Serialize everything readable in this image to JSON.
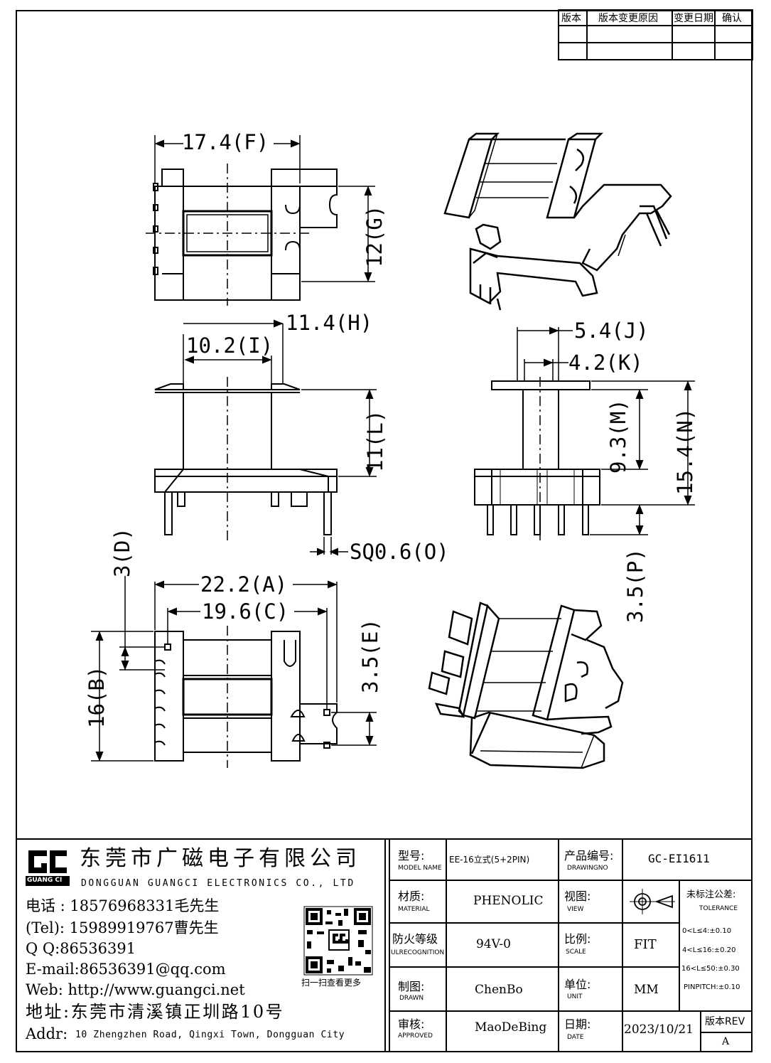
{
  "revision_table": {
    "headers": [
      "版本",
      "版本变更原因",
      "变更日期",
      "确认"
    ]
  },
  "dimensions": {
    "F": "17.4(F)",
    "G": "12(G)",
    "H": "11.4(H)",
    "I": "10.2(I)",
    "L": "11(L)",
    "J": "5.4(J)",
    "K": "4.2(K)",
    "M": "9.3(M)",
    "N": "15.4(N)",
    "O": "SQ0.6(O)",
    "P": "3.5(P)",
    "D": "3(D)",
    "A": "22.2(A)",
    "C": "19.6(C)",
    "E": "3.5(E)",
    "B": "16(B)"
  },
  "company": {
    "logo_text": "GUANG CI",
    "name_cn": "东莞市广磁电子有限公司",
    "name_en": "DONGGUAN GUANGCI ELECTRONICS CO., LTD",
    "phone": "电话 : 18576968331毛先生",
    "tel": "(Tel): 15989919767曹先生",
    "qq": "Q Q:86536391",
    "email": "E-mail:86536391@qq.com",
    "web": "Web: http://www.guangci.net",
    "address_cn": "地址:东莞市清溪镇正圳路10号",
    "addr_label": "Addr:",
    "address_en": "10 Zhengzhen Road, Qingxi Town, Dongguan City",
    "qr_caption": "扫一扫查看更多"
  },
  "title_block": {
    "model_label": "型号:",
    "model_label_en": "MODEL NAME",
    "model_value": "EE-16立式(5+2PIN)",
    "drawing_label": "产品编号:",
    "drawing_label_en": "DRAWINGNO",
    "drawing_value": "GC-EI1611",
    "material_label": "材质:",
    "material_label_en": "MATERIAL",
    "material_value": "PHENOLIC",
    "view_label": "视图:",
    "view_label_en": "VIEW",
    "tolerance_label": "未标注公差:",
    "tolerance_label_en": "TOLERANCE",
    "tol1": "0<L≤4:±0.10",
    "tol2": "4<L≤16:±0.20",
    "tol3": "16<L≤50:±0.30",
    "tol4": "PINPITCH:±0.10",
    "fire_label": "防火等级",
    "fire_label_en": "ULRECOGNITION",
    "fire_value": "94V-0",
    "scale_label": "比例:",
    "scale_label_en": "SCALE",
    "scale_value": "FIT",
    "drawn_label": "制图:",
    "drawn_label_en": "DRAWN",
    "drawn_value": "ChenBo",
    "unit_label": "单位:",
    "unit_label_en": "UNIT",
    "unit_value": "MM",
    "approved_label": "审核:",
    "approved_label_en": "APPROVED",
    "approved_value": "MaoDeBing",
    "date_label": "日期:",
    "date_label_en": "DATE",
    "date_value": "2023/10/21",
    "rev_label": "版本REV",
    "rev_value": "A"
  }
}
